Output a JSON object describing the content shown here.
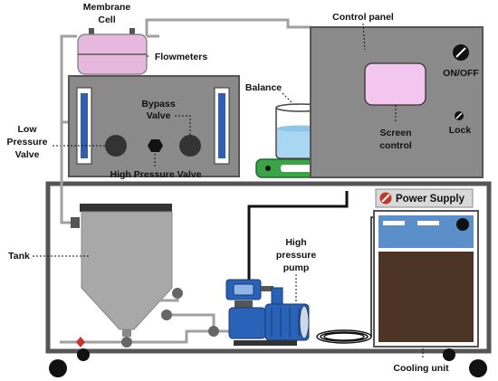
{
  "diagram": {
    "labels": {
      "membrane_cell": [
        "Membrane",
        "Cell"
      ],
      "flowmeters": "Flowmeters",
      "control_panel": "Control panel",
      "on_off": "ON/OFF",
      "lock": "Lock",
      "screen_control": [
        "Screen",
        "control"
      ],
      "balance": "Balance",
      "bypass_valve": [
        "Bypass",
        "Valve"
      ],
      "low_pressure_valve": [
        "Low",
        "Pressure",
        "Valve"
      ],
      "high_pressure_valve": "High Pressure Valve",
      "power_supply": "Power Supply",
      "tank": "Tank",
      "high_pressure_pump": [
        "High",
        "pressure",
        "pump"
      ],
      "cooling_unit": "Cooling unit"
    },
    "colors": {
      "frame": "#555555",
      "panel": "#8a8a8a",
      "membrane": "#e6b8de",
      "screen": "#f2c6ee",
      "flowmeter": "#2f5fb0",
      "pump": "#2a62b8",
      "cooling_top": "#5b8fca",
      "cooling_bottom": "#4d3525",
      "balance": "#3aa447",
      "tank": "#a8a8a8",
      "power_icon": "#c0392b"
    },
    "icons": [
      "power-prohibited-icon",
      "on-off-knob-icon",
      "lock-knob-icon"
    ]
  }
}
